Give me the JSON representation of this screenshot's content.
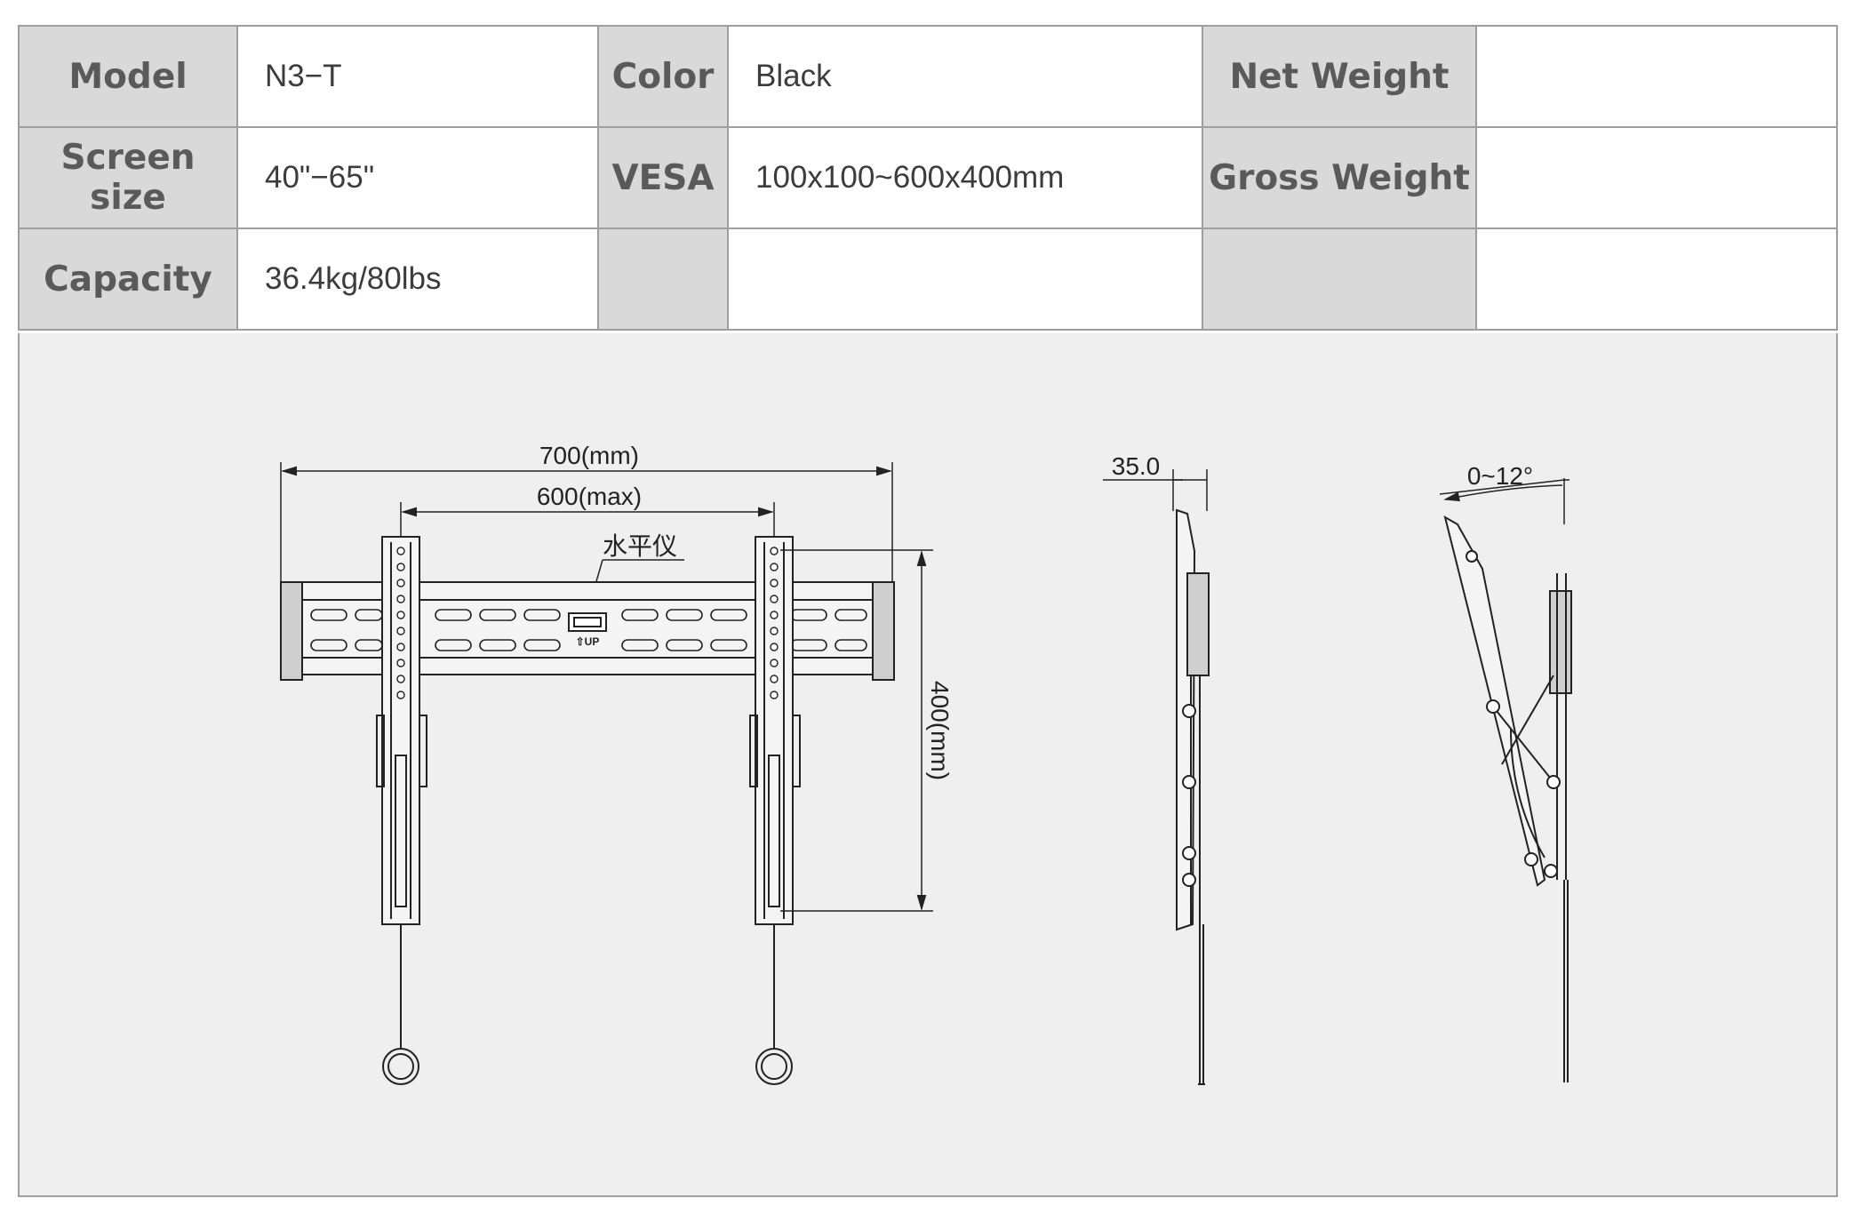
{
  "specs": {
    "model_label": "Model",
    "model_value": "N3−T",
    "color_label": "Color",
    "color_value": "Black",
    "net_weight_label": "Net Weight",
    "net_weight_value": "",
    "screen_size_label": "Screen size",
    "screen_size_value": "40\"−65\"",
    "vesa_label": "VESA",
    "vesa_value": "100x100~600x400mm",
    "gross_weight_label": "Gross Weight",
    "gross_weight_value": "",
    "capacity_label": "Capacity",
    "capacity_value": "36.4kg/80lbs"
  },
  "drawing": {
    "width_label": "700(mm)",
    "vesa_width_label": "600(max)",
    "level_label": "水平仪",
    "up_label": "⇧UP",
    "height_label": "400(mm)",
    "depth_label": "35.0",
    "tilt_label": "0~12°"
  },
  "colors": {
    "label_bg": "#d9d9d9",
    "border": "#9e9e9e",
    "panel_bg": "#efefef",
    "label_text": "#5a5a5a"
  }
}
